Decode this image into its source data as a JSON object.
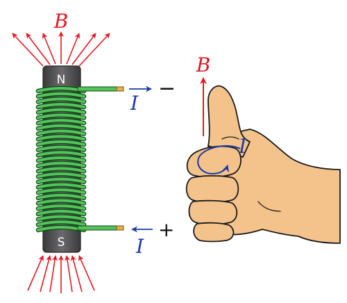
{
  "diagram": {
    "solenoid": {
      "field_label": "B",
      "north_label": "N",
      "south_label": "S",
      "current_label_top": "I",
      "current_label_bottom": "I",
      "top_terminal_sign": "−",
      "bottom_terminal_sign": "+"
    },
    "hand": {
      "field_label": "B",
      "current_label": "I"
    }
  },
  "colors": {
    "field_lines": "#e8141d",
    "current_arrows": "#1a3aa6",
    "coil_wire": "#55c35c",
    "coil_wire_outline": "#0b4a12",
    "core": "#4d4d4f",
    "skin": "#f4c28b",
    "skin_outline": "#1a1a1a"
  }
}
